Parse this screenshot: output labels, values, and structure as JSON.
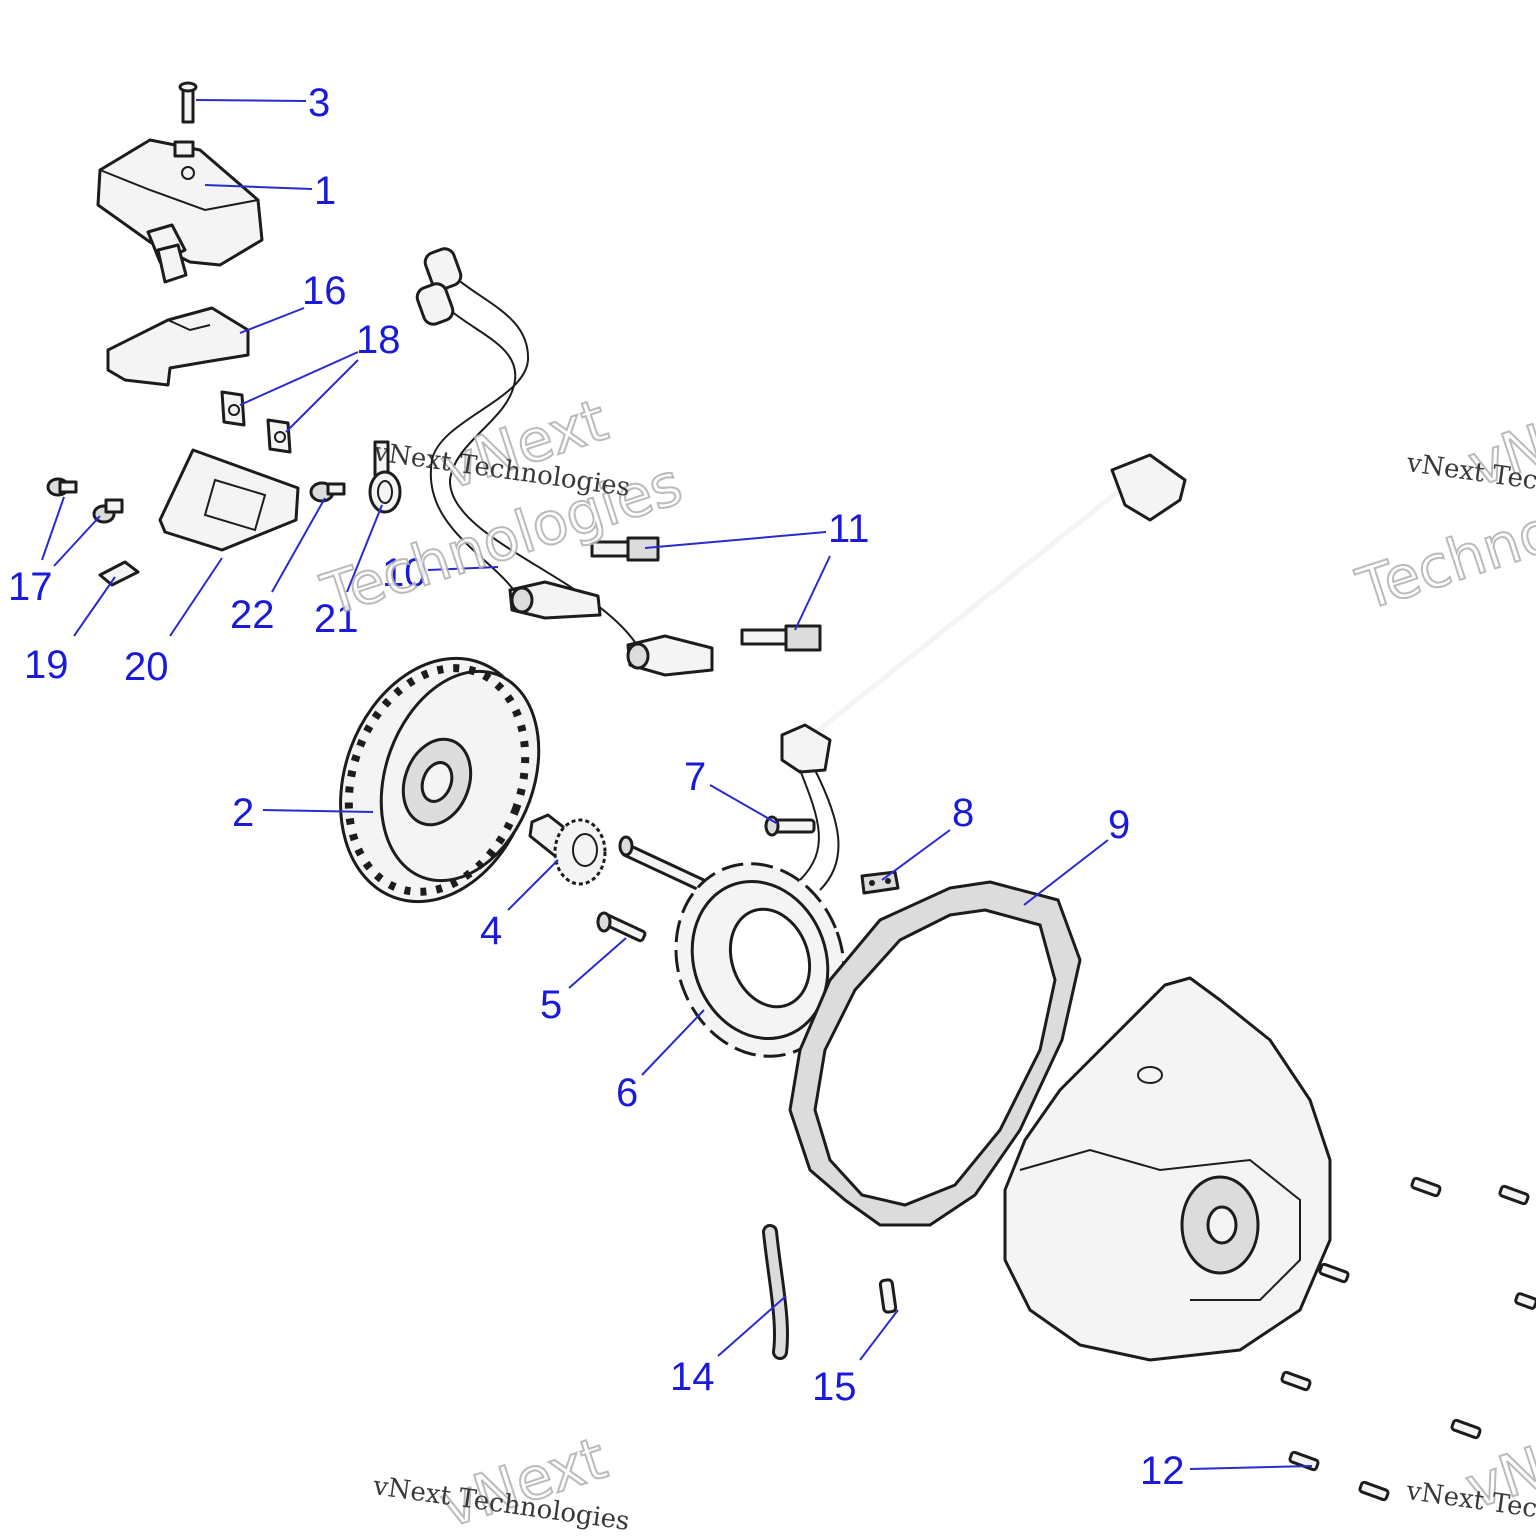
{
  "callouts": {
    "c1": "1",
    "c2": "2",
    "c3": "3",
    "c4": "4",
    "c5": "5",
    "c6": "6",
    "c7": "7",
    "c8": "8",
    "c9": "9",
    "c10": "10",
    "c11": "11",
    "c12": "12",
    "c14": "14",
    "c15": "15",
    "c16": "16",
    "c17": "17",
    "c18": "18",
    "c19": "19",
    "c20": "20",
    "c21": "21",
    "c22": "22"
  },
  "watermark": {
    "line": "vNext Technologies",
    "word1": "vNext",
    "word2": "Technologies"
  },
  "colors": {
    "callout": "#1a1ad8",
    "part_outline": "#1c1c1c",
    "part_fill": "#f4f4f4"
  }
}
